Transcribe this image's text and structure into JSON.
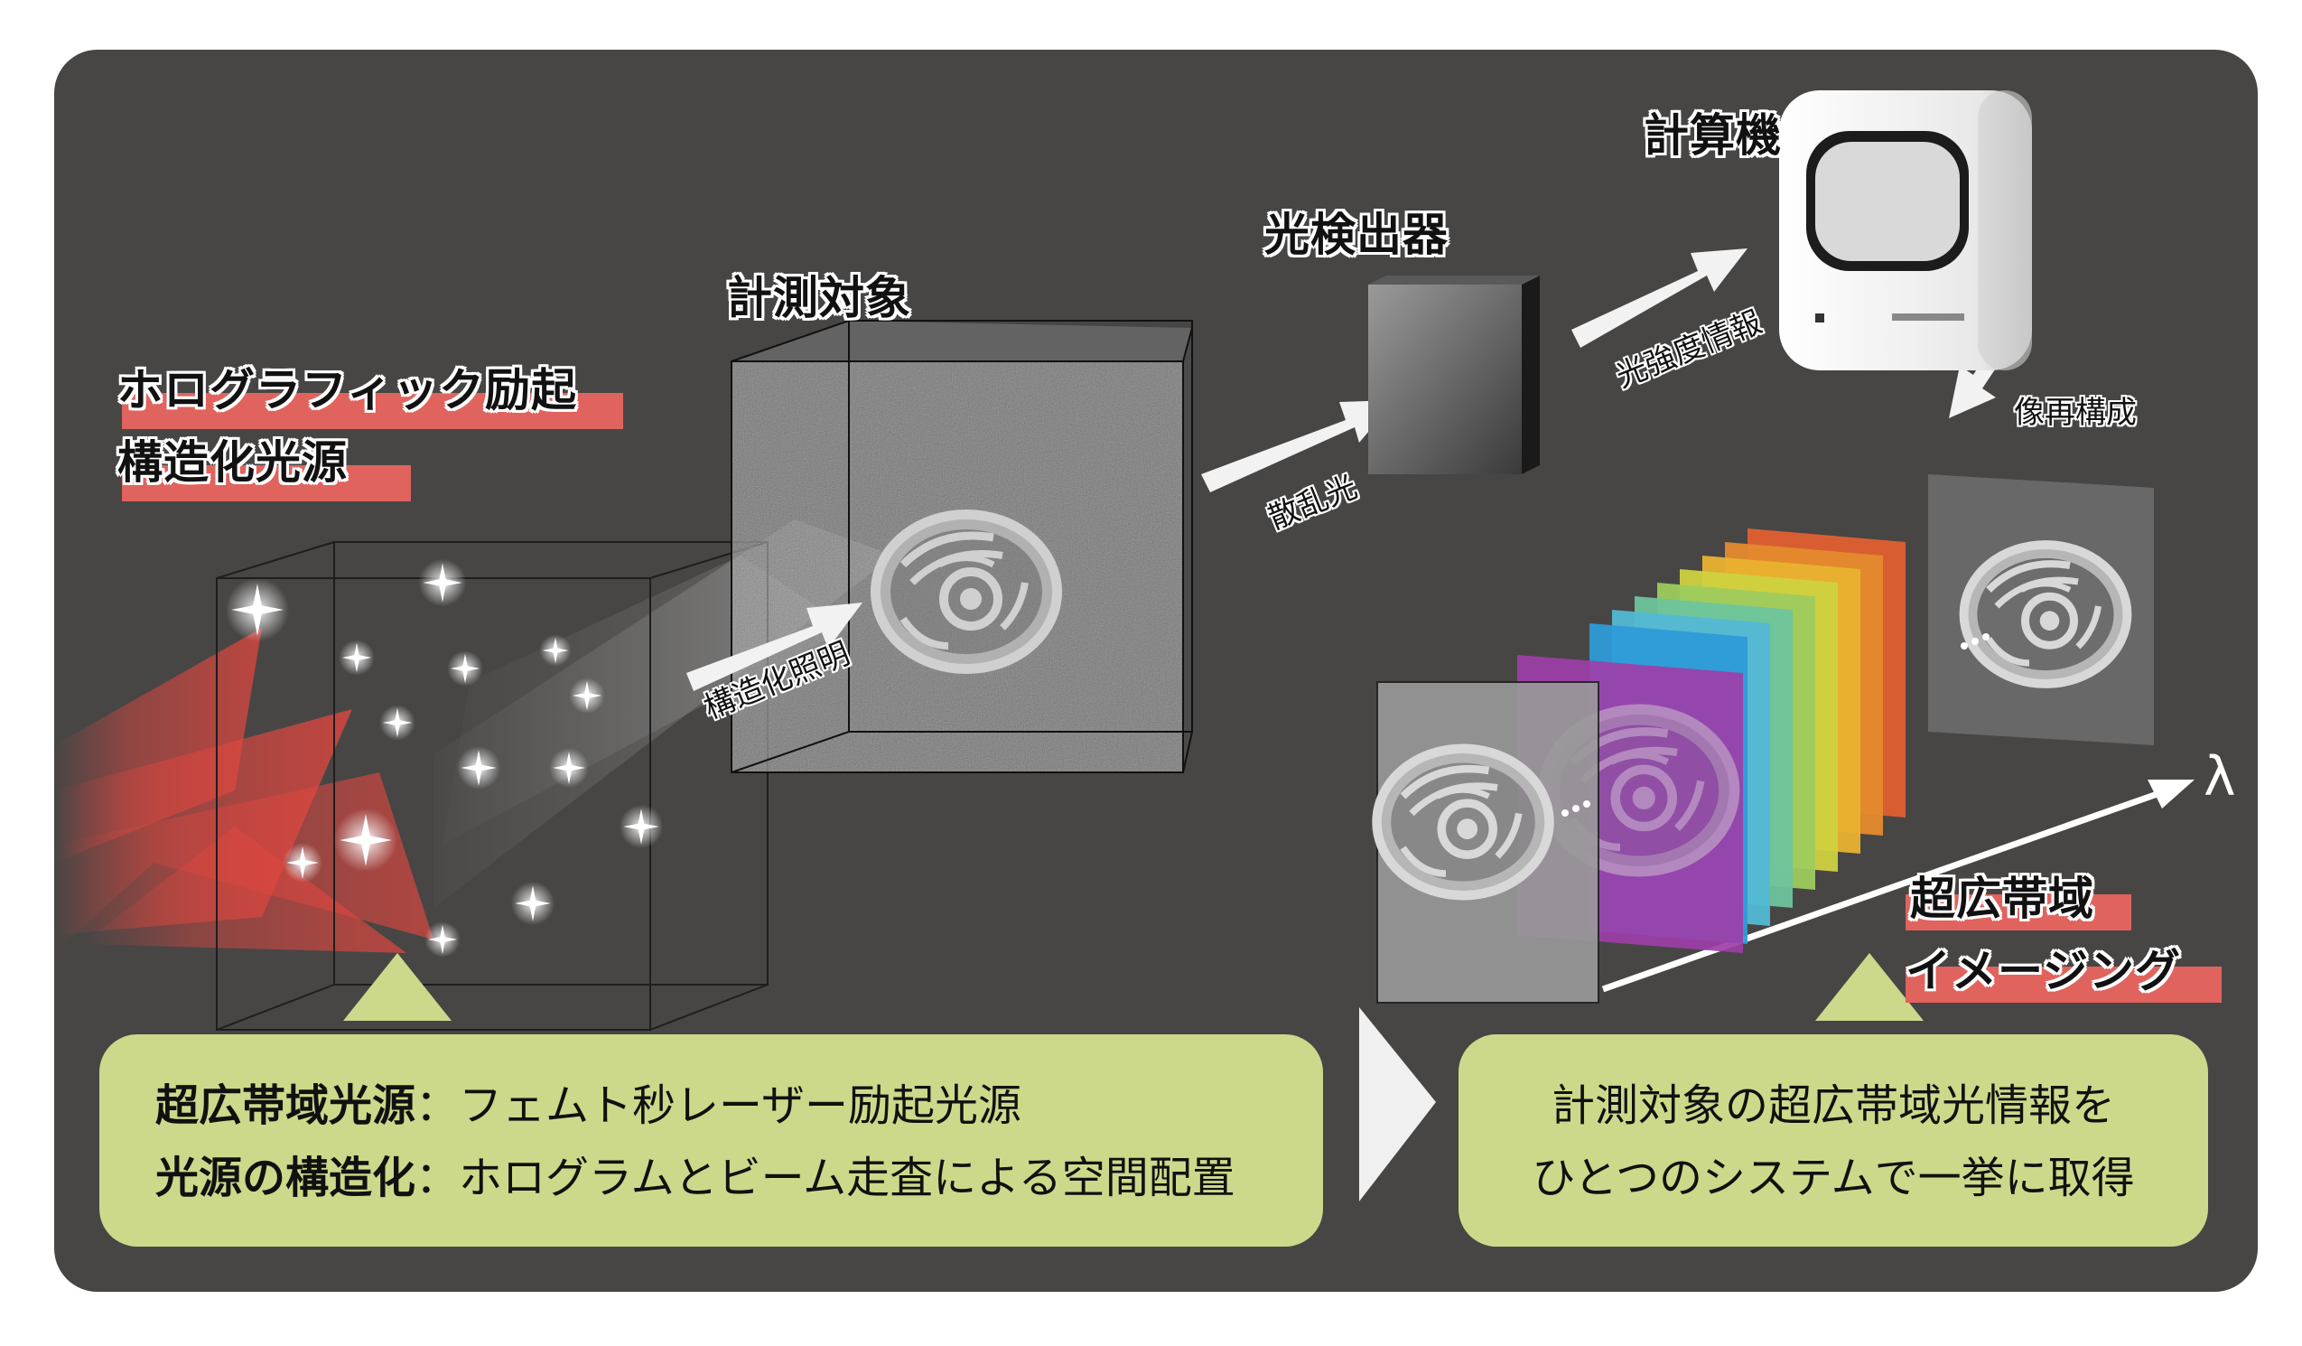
{
  "labels": {
    "source_line1": "ホログラフィック励起",
    "source_line2": "構造化光源",
    "target": "計測対象",
    "detector": "光検出器",
    "computer": "計算機",
    "structured_illumination": "構造化照明",
    "scattered_light": "散乱光",
    "intensity_info": "光強度情報",
    "reconstruction": "像再構成",
    "lambda": "λ",
    "broadband_line1": "超広帯域",
    "broadband_line2": "イメージング"
  },
  "left_box": {
    "row1_term": "超広帯域光源",
    "row1_desc": "：フェムト秒レーザー励起光源",
    "row2_term": "光源の構造化",
    "row2_desc": "：ホログラムとビーム走査による空間配置"
  },
  "right_box": {
    "line1": "計測対象の超広帯域光情報を",
    "line2": "ひとつのシステムで一挙に取得"
  },
  "colors": {
    "panel": "#474645",
    "box": "#ccd98a",
    "highlight": "#e0635e",
    "beam_red": "#e0463f"
  },
  "icons": {
    "computer": "computer-icon",
    "detector": "detector-icon",
    "cell": "cell-icon",
    "sparkle": "sparkle-icon"
  }
}
